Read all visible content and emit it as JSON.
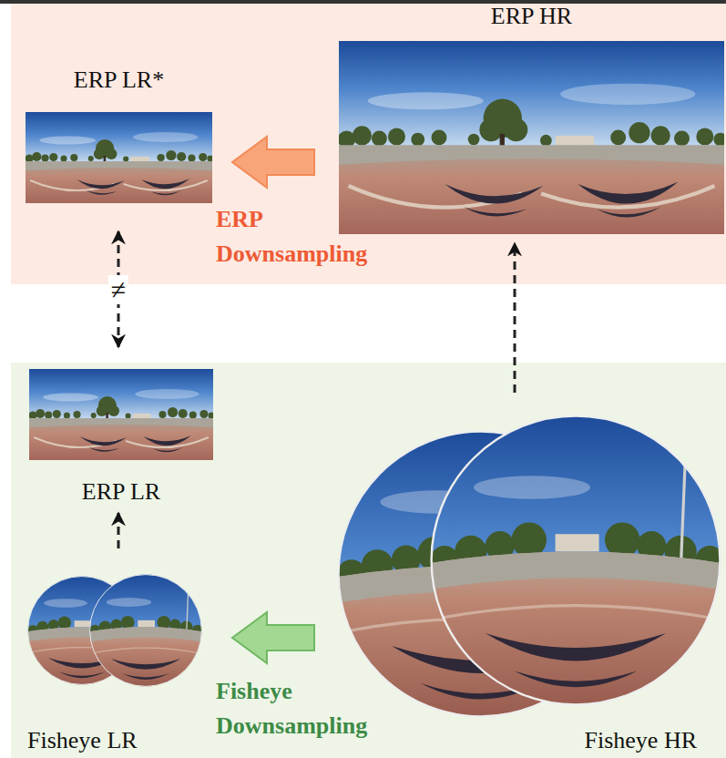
{
  "diagram": {
    "nodes": [
      {
        "text": [
          "ERP LR*"
        ]
      },
      {
        "text": [
          "ERP HR"
        ]
      },
      {
        "text": [
          "ERP LR"
        ]
      },
      {
        "text": [
          "Fisheye LR"
        ]
      },
      {
        "text": [
          "Fisheye HR"
        ]
      }
    ],
    "edges": [
      {
        "from": 1,
        "to": 0,
        "arrow": "to",
        "label": "ERP Downsampling"
      },
      {
        "from": 0,
        "to": 2,
        "arrow": "both",
        "label": "≠"
      },
      {
        "from": 4,
        "to": 1,
        "arrow": "to"
      },
      {
        "from": 3,
        "to": 2,
        "arrow": "to"
      },
      {
        "from": 4,
        "to": 3,
        "arrow": "to",
        "label": "Fisheye Downsampling"
      }
    ]
  }
}
